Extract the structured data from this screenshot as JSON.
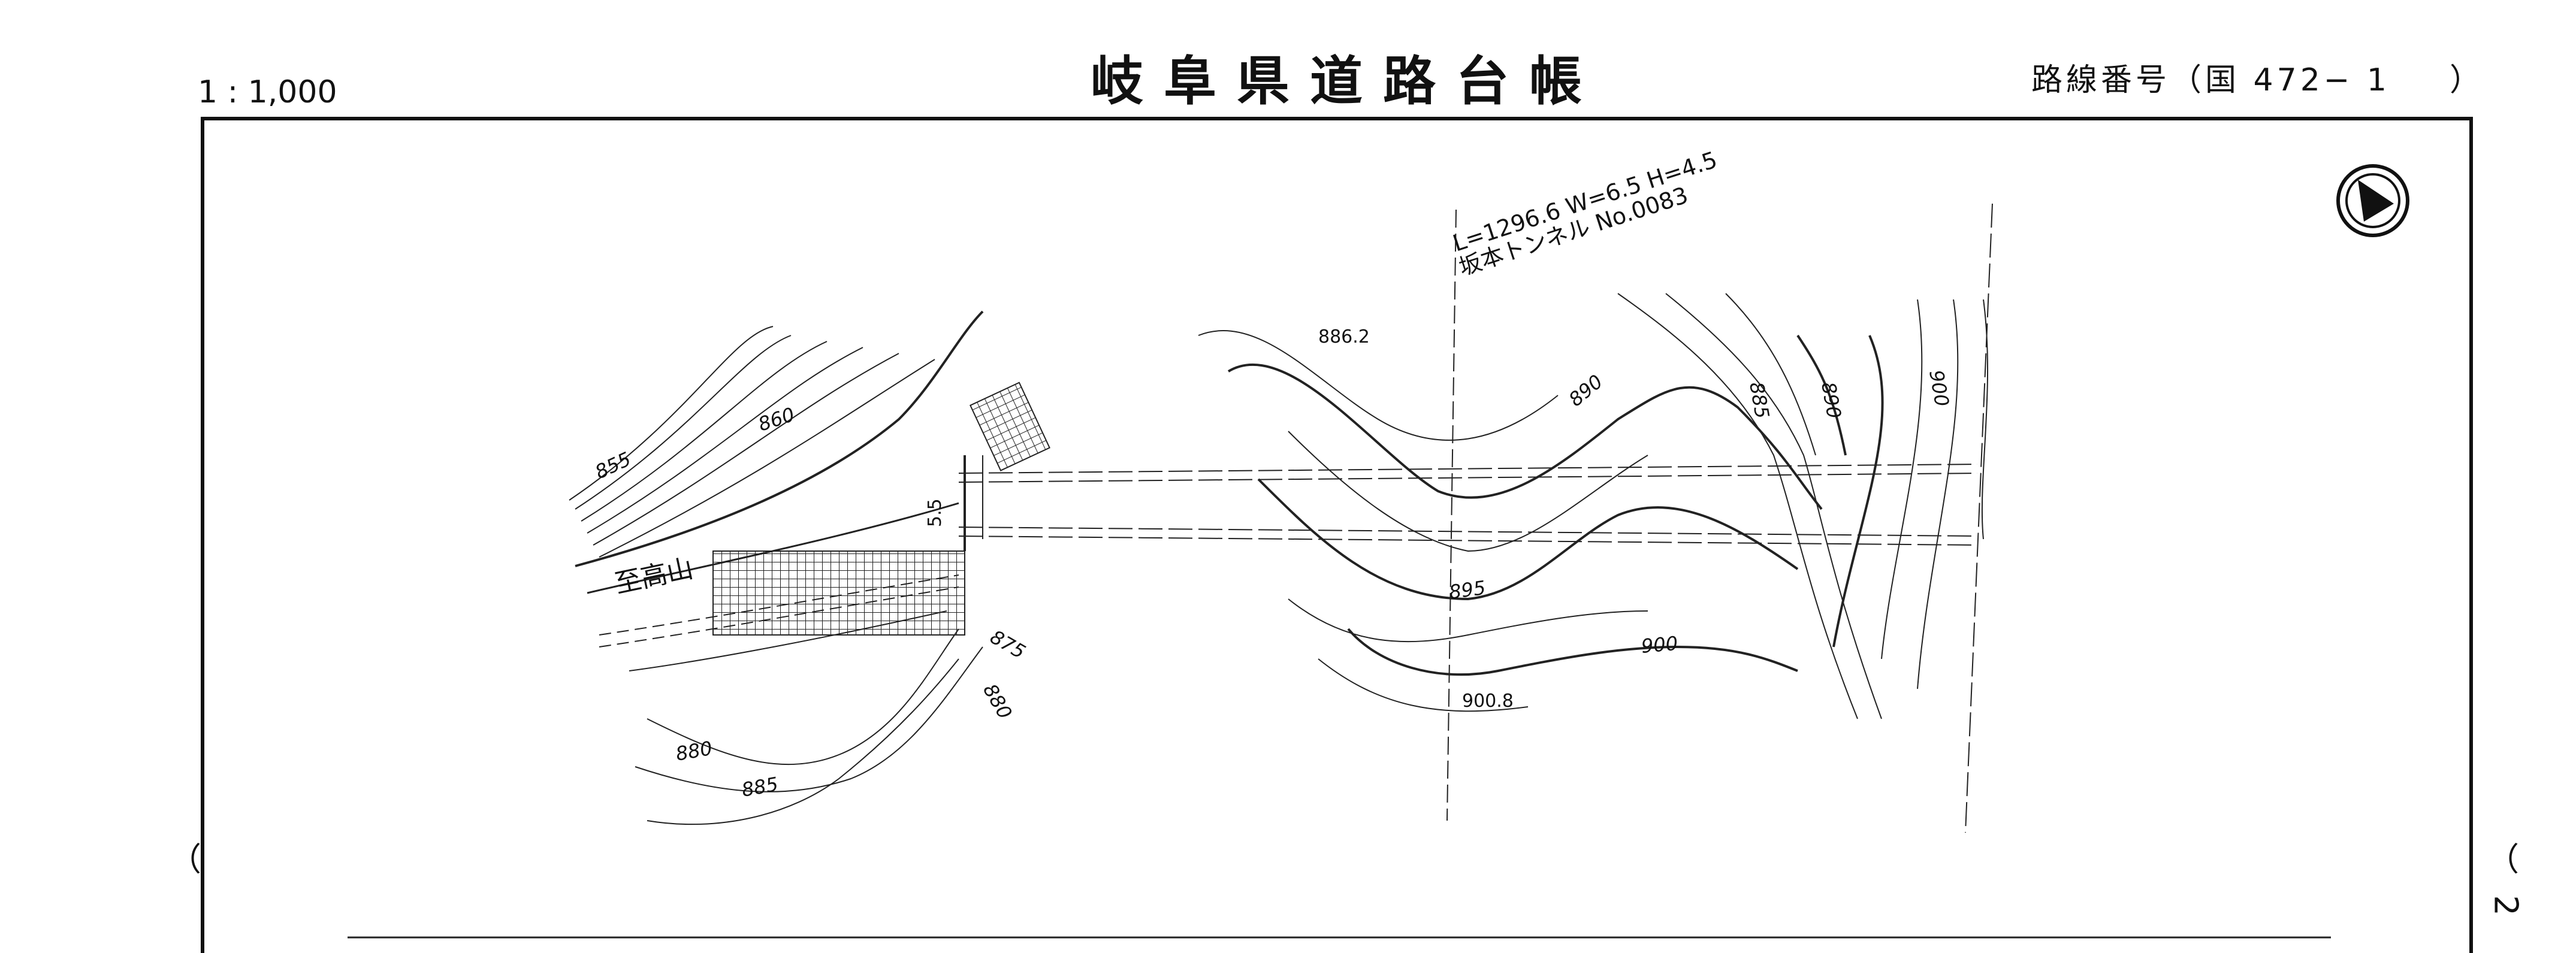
{
  "header": {
    "scale": "1 : 1,000",
    "title": "岐阜県道路台帳",
    "route_label": "路線番号（国 472− 1",
    "route_close": "）"
  },
  "map": {
    "tunnel_spec": "L=1296.6 W=6.5 H=4.5",
    "tunnel_name": "坂本トンネル No.0083",
    "direction_label": "至高山",
    "spot_heights": [
      "886.2",
      "900.8"
    ],
    "contour_labels": [
      "855",
      "860",
      "875",
      "880",
      "880",
      "885",
      "885",
      "890",
      "890",
      "895",
      "900",
      "900"
    ],
    "road_width_label": "5.5",
    "north_arrow": "north-arrow-icon"
  },
  "margins": {
    "left_mark": "（",
    "right_mark": "（",
    "right_number": "2"
  }
}
